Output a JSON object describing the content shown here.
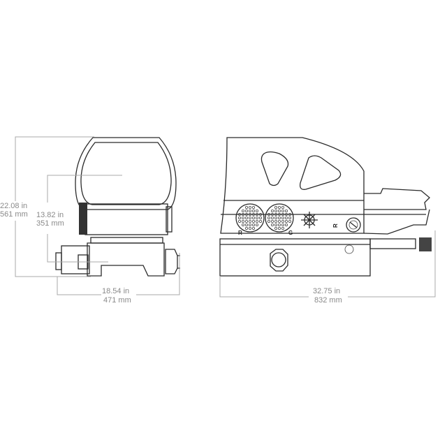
{
  "front_view": {
    "height": {
      "in": "22.08 in",
      "mm": "561 mm"
    },
    "window_height": {
      "in": "13.82 in",
      "mm": "351 mm"
    },
    "width": {
      "in": "18.54 in",
      "mm": "471 mm"
    }
  },
  "side_view": {
    "length": {
      "in": "32.75 in",
      "mm": "832 mm"
    },
    "markings": {
      "red_dial": "R",
      "green_dial": "G",
      "adjuster": "R"
    }
  },
  "colors": {
    "line": "#2a2a2a",
    "dimension": "#a8a8a8",
    "label": "#8a8a8a"
  }
}
